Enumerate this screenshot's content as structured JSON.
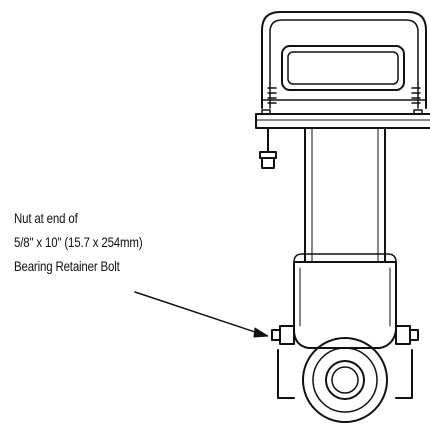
{
  "annotation": {
    "lines": [
      "Nut at end of",
      "5/8\" x 10\" (15.7 x 254mm)",
      "Bearing Retainer Bolt"
    ]
  },
  "colors": {
    "stroke": "#111111",
    "background": "#ffffff"
  }
}
